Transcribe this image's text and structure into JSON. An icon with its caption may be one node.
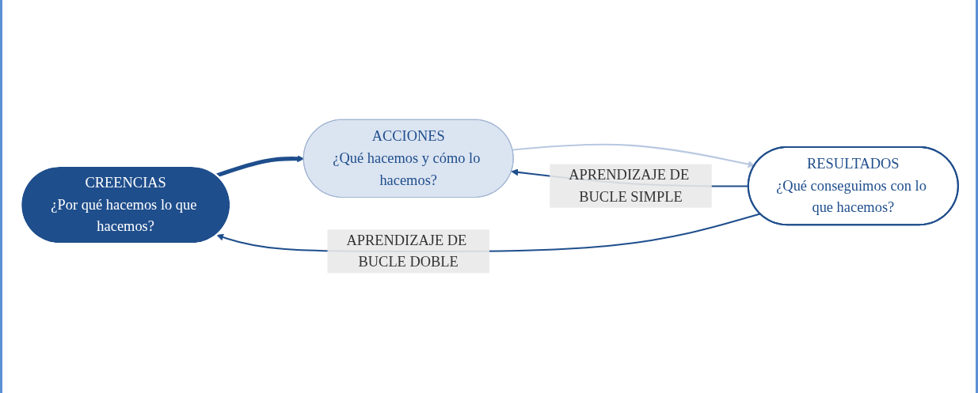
{
  "diagram": {
    "nodes": [
      {
        "text": [
          "CREENCIAS",
          "¿Por qué hacemos lo que hacemos?"
        ]
      },
      {
        "text": [
          "ACCIONES",
          "¿Qué hacemos y cómo lo hacemos?"
        ]
      },
      {
        "text": [
          "RESULTADOS",
          "¿Qué conseguimos con lo que hacemos?"
        ]
      }
    ],
    "edges": [
      {
        "from": 0,
        "to": 1,
        "arrow": "to",
        "style": "thick"
      },
      {
        "from": 1,
        "to": 2,
        "arrow": "to",
        "color": "#b8c8e0"
      },
      {
        "from": 2,
        "to": 1,
        "arrow": "to",
        "label": "APRENDIZAJE DE BUCLE SIMPLE"
      },
      {
        "from": 2,
        "to": 0,
        "arrow": "to",
        "label": "APRENDIZAJE DE BUCLE DOBLE"
      }
    ]
  }
}
